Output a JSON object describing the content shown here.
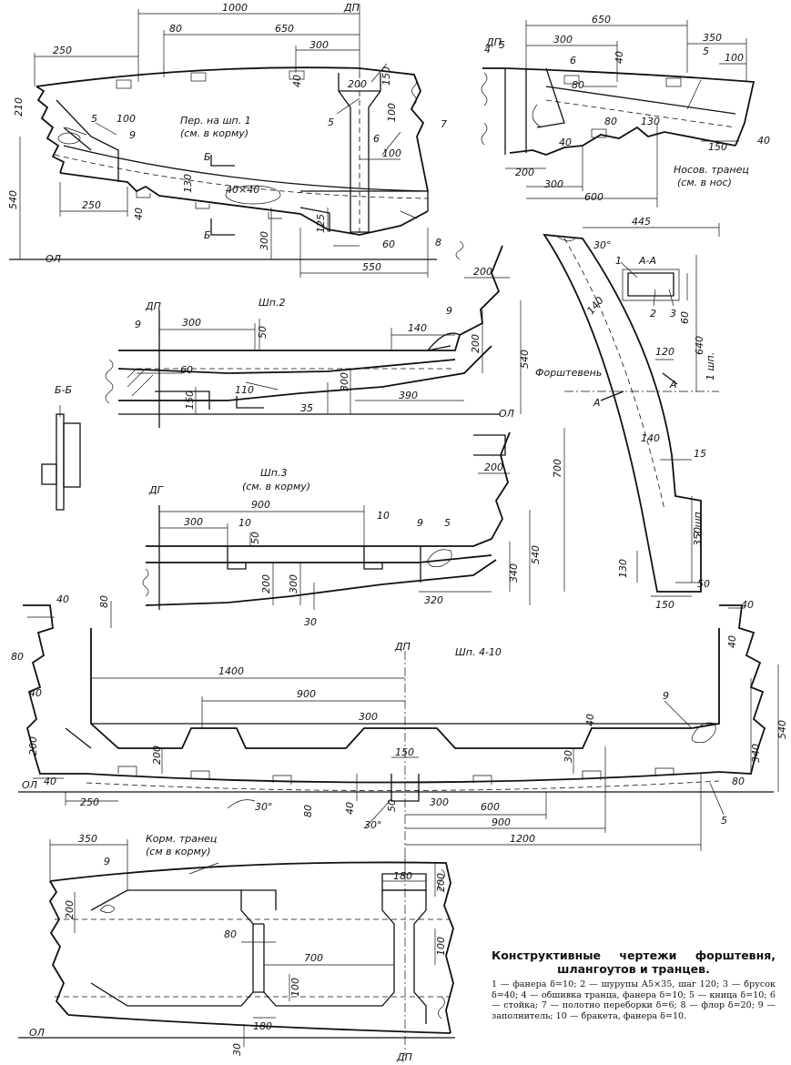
{
  "caption": {
    "title": "Конструктивные чертежи форштевня, шлангоутов и транцев.",
    "legend": "1 — фанера δ=10; 2 — шурупы А5×35, шаг 120; 3 — брусок δ=40; 4 — обшивка транца, фанера δ=10; 5 — кница δ=10; 6 — стойка; 7 — полотно переборки δ=6; 8 — флор δ=20; 9 — заполнитель; 10 — бракета, фанера δ=10."
  },
  "views": {
    "bulkhead1": {
      "title": "Пер. на шп. 1",
      "subtitle": "(см. в корму)"
    },
    "bow_transom": {
      "title": "Носов. транец",
      "subtitle": "(см. в нос)"
    },
    "frame2": {
      "title": "Шп.2"
    },
    "section_bb": {
      "title": "Б-Б"
    },
    "frame3": {
      "title": "Шп.3",
      "subtitle": "(см. в корму)"
    },
    "stem": {
      "title": "Форштевень",
      "section": "А-А"
    },
    "frames4_10": {
      "title": "Шп. 4-10"
    },
    "stern_transom": {
      "title": "Корм. транец",
      "subtitle": "(см в корму)"
    }
  },
  "marks": {
    "dp": "ДП",
    "baseline": "ОЛ",
    "dp_alt": "ДГ",
    "section_b": "Б",
    "section_a": "А",
    "frame1": "1 шп.",
    "frame2": "2 шп",
    "size_40x40": "40×40"
  },
  "dims": {
    "bulkhead1": [
      "1000",
      "650",
      "300",
      "80",
      "250",
      "210",
      "5",
      "100",
      "9",
      "150",
      "40",
      "200",
      "100",
      "6",
      "7",
      "5",
      "100",
      "130",
      "540",
      "250",
      "40",
      "300",
      "125",
      "60",
      "8",
      "550"
    ],
    "bow_transom": [
      "650",
      "300",
      "350",
      "100",
      "4",
      "5",
      "6",
      "5",
      "40",
      "80",
      "130",
      "80",
      "40",
      "150",
      "40",
      "200",
      "300",
      "600"
    ],
    "frame2": [
      "300",
      "50",
      "140",
      "200",
      "9",
      "9",
      "200",
      "540",
      "60",
      "150",
      "110",
      "300",
      "35",
      "390"
    ],
    "stem": [
      "445",
      "30°",
      "1",
      "2",
      "3",
      "60",
      "640",
      "140",
      "120",
      "140",
      "700",
      "15",
      "350",
      "130",
      "50",
      "150"
    ],
    "frame3": [
      "900",
      "300",
      "10",
      "10",
      "50",
      "200",
      "300",
      "200",
      "9",
      "5",
      "340",
      "540",
      "320",
      "30"
    ],
    "frames4_10": [
      "40",
      "80",
      "80",
      "40",
      "1400",
      "900",
      "300",
      "40",
      "200",
      "200",
      "150",
      "30",
      "40",
      "250",
      "30°",
      "80",
      "40",
      "50",
      "300",
      "600",
      "30°",
      "900",
      "1200",
      "40",
      "40",
      "9",
      "340",
      "540",
      "80",
      "5"
    ],
    "stern_transom": [
      "350",
      "9",
      "200",
      "80",
      "700",
      "180",
      "200",
      "100",
      "100",
      "180",
      "30"
    ]
  },
  "legend_numbers": [
    "1",
    "2",
    "3",
    "4",
    "5",
    "6",
    "7",
    "8",
    "9",
    "10"
  ]
}
